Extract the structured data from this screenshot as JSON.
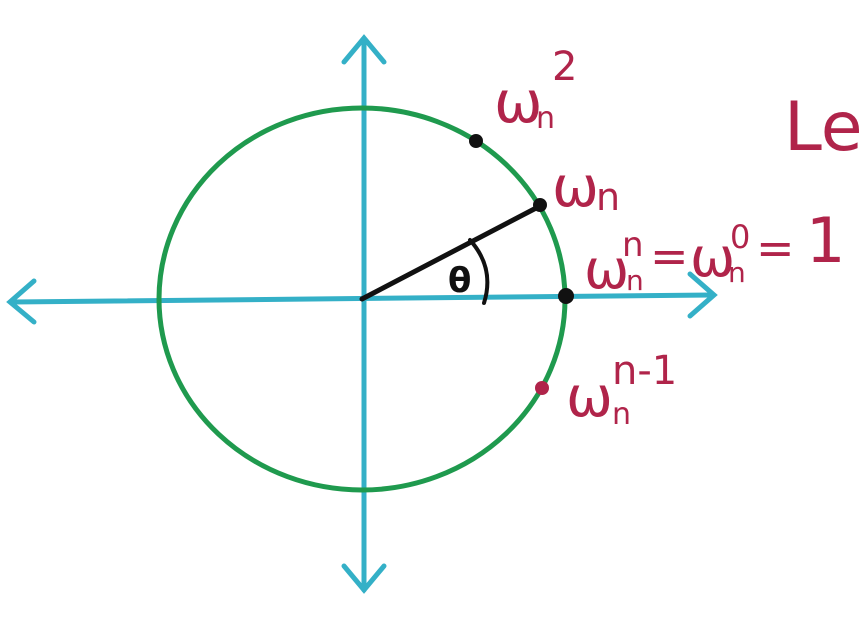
{
  "colors": {
    "axis": "#34b0c7",
    "circle": "#1f9a4e",
    "radius": "#111111",
    "label": "#b0244a",
    "point": "#111111",
    "point_highlight": "#b0244a"
  },
  "labels": {
    "w2": {
      "base": "ω",
      "sup": "2",
      "sub": "n"
    },
    "w1": {
      "base": "ω",
      "sub": "n"
    },
    "wnn": {
      "base": "ω",
      "sup": "n",
      "sub": "n",
      "eq1": "=",
      "base2": "ω",
      "sup2": "0",
      "sub2": "n",
      "eq2": "=",
      "one": "1"
    },
    "wn1": {
      "base": "ω",
      "sup": "n-1",
      "sub": "n"
    },
    "theta": "θ",
    "edge_text": "Le"
  }
}
